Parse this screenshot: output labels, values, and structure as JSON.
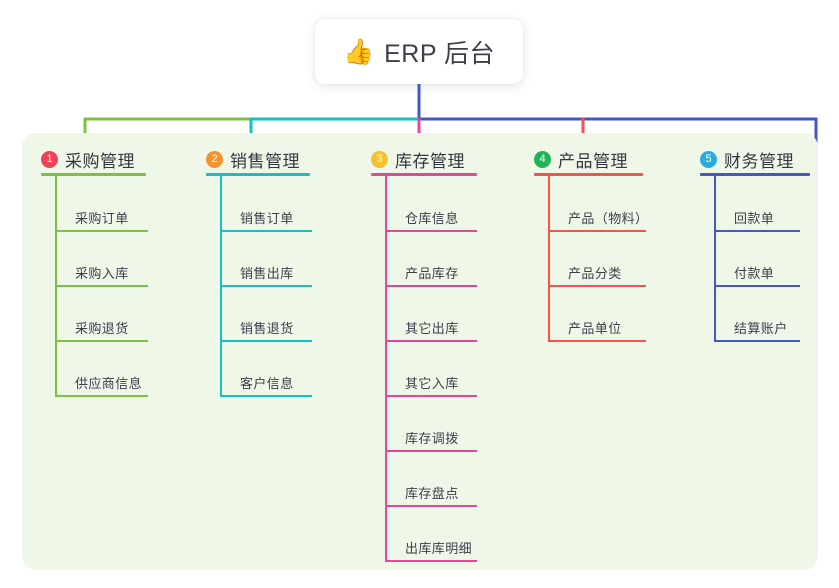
{
  "root": {
    "icon": "thumbs-up-icon",
    "icon_glyph": "👍",
    "title": "ERP 后台"
  },
  "panel": {
    "background_color": "#eff7e9"
  },
  "columns": [
    {
      "number": "1",
      "title": "采购管理",
      "badge_color": "#ef4259",
      "line_color": "#7dc142",
      "items": [
        {
          "label": "采购订单"
        },
        {
          "label": "采购入库"
        },
        {
          "label": "采购退货"
        },
        {
          "label": "供应商信息"
        }
      ]
    },
    {
      "number": "2",
      "title": "销售管理",
      "badge_color": "#f5932f",
      "line_color": "#12c2c2",
      "items": [
        {
          "label": "销售订单"
        },
        {
          "label": "销售出库"
        },
        {
          "label": "销售退货"
        },
        {
          "label": "客户信息"
        }
      ]
    },
    {
      "number": "3",
      "title": "库存管理",
      "badge_color": "#f5c12c",
      "line_color": "#e4469c",
      "items": [
        {
          "label": "仓库信息"
        },
        {
          "label": "产品库存"
        },
        {
          "label": "其它出库"
        },
        {
          "label": "其它入库"
        },
        {
          "label": "库存调拨"
        },
        {
          "label": "库存盘点"
        },
        {
          "label": "出库库明细"
        }
      ]
    },
    {
      "number": "4",
      "title": "产品管理",
      "badge_color": "#21b558",
      "line_color": "#f8514e",
      "items": [
        {
          "label": "产品（物料）"
        },
        {
          "label": "产品分类"
        },
        {
          "label": "产品单位"
        }
      ]
    },
    {
      "number": "5",
      "title": "财务管理",
      "badge_color": "#29abe2",
      "line_color": "#4058c8",
      "items": [
        {
          "label": "回款单"
        },
        {
          "label": "付款单"
        },
        {
          "label": "结算账户"
        }
      ]
    }
  ],
  "connector": {
    "trunk_color": "#4058c8",
    "segment_colors": [
      "#7dc142",
      "#12c2c2",
      "#4058c8",
      "#4058c8"
    ],
    "drop_colors": [
      "#7dc142",
      "#12c2c2",
      "#e4469c",
      "#f8514e",
      "#4058c8"
    ]
  }
}
